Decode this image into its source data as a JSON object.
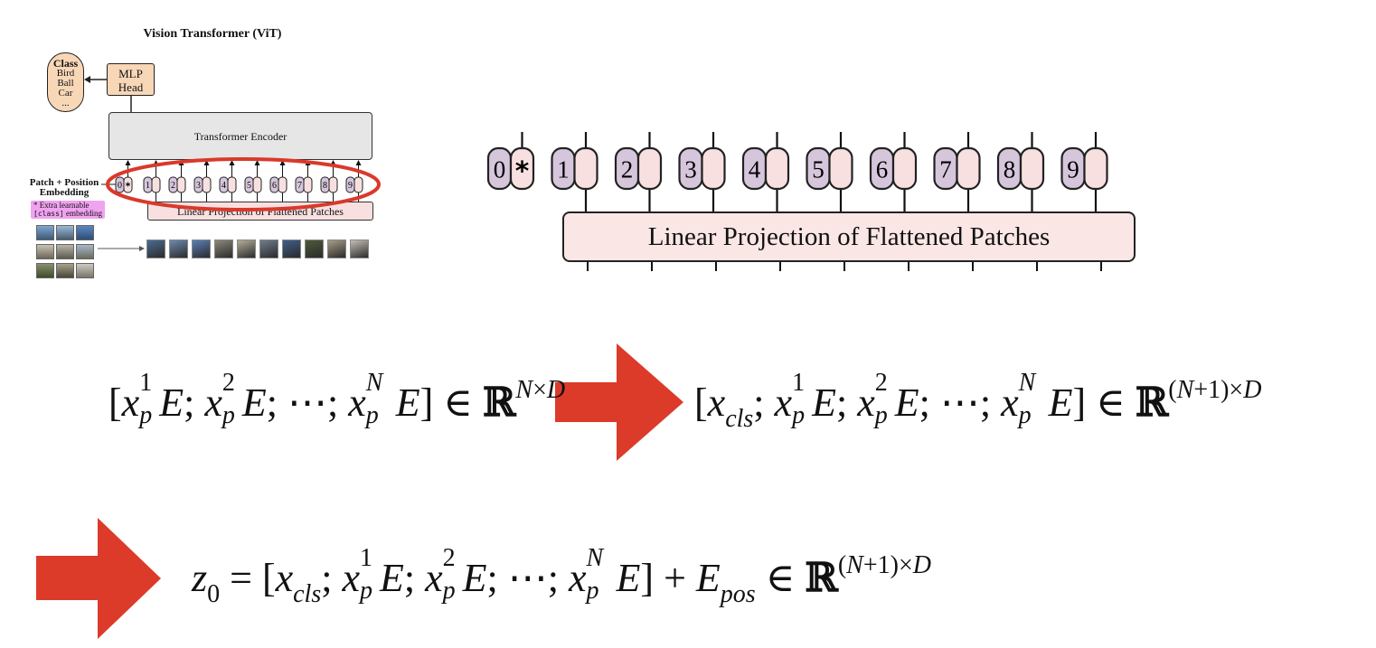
{
  "vit_diagram": {
    "title": "Vision Transformer (ViT)",
    "class_box": {
      "title": "Class",
      "items": [
        "Bird",
        "Ball",
        "Car",
        "..."
      ]
    },
    "mlp_head": {
      "line1": "MLP",
      "line2": "Head"
    },
    "encoder_label": "Transformer Encoder",
    "patch_position_label_line1": "Patch + Position",
    "patch_position_label_line2": "Embedding",
    "extra_learnable_line1": "* Extra learnable",
    "extra_learnable_code": "[class]",
    "extra_learnable_line2": "embedding",
    "linear_projection_label": "Linear Projection of Flattened Patches",
    "tokens": [
      "0",
      "1",
      "2",
      "3",
      "4",
      "5",
      "6",
      "7",
      "8",
      "9"
    ],
    "cls_marker": "*"
  },
  "zoom_diagram": {
    "tokens": [
      "0",
      "1",
      "2",
      "3",
      "4",
      "5",
      "6",
      "7",
      "8",
      "9"
    ],
    "cls_marker": "*",
    "linear_projection_label": "Linear Projection of Flattened Patches"
  },
  "colors": {
    "highlight_ellipse": "#d9392b",
    "arrow": "#dc3b2a",
    "token_purple": "#d6c6dc",
    "token_pink": "#f8e0e0",
    "mlp_orange": "#f8d7b7",
    "encoder_gray": "#e6e6e6"
  },
  "equations": {
    "eq1": "[x_p^1E; x_p^2E; ⋯; x_p^NE] ∈ ℝ^{N×D}",
    "eq2": "[x_cls; x_p^1E; x_p^2E; ⋯; x_p^NE] ∈ ℝ^{(N+1)×D}",
    "eq3": "z_0 = [x_cls; x_p^1E; x_p^2E; ⋯; x_p^NE] + E_pos ∈ ℝ^{(N+1)×D}"
  }
}
